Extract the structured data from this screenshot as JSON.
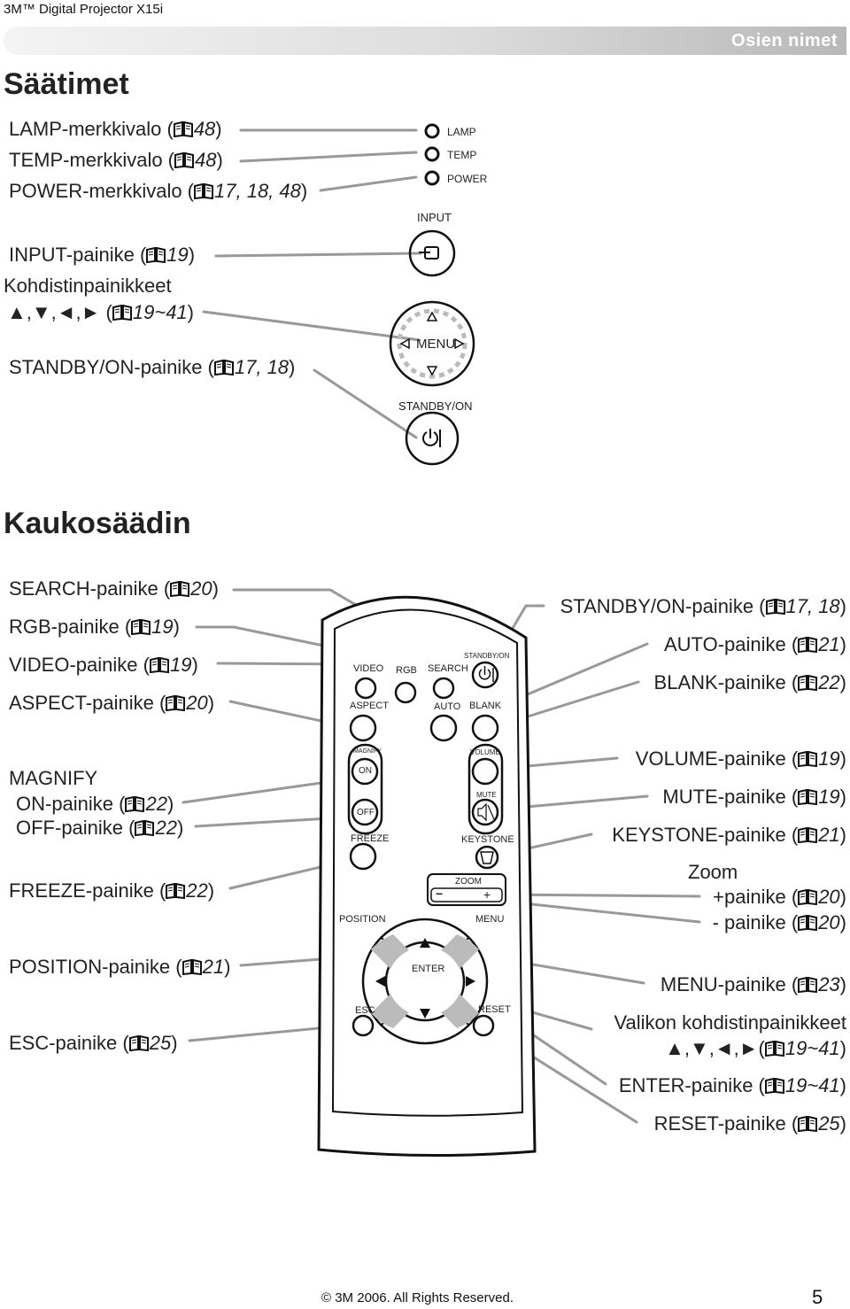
{
  "header": {
    "doc_title": "3M™ Digital Projector X15i",
    "section_label": "Osien nimet"
  },
  "controls": {
    "heading": "Säätimet",
    "callouts": {
      "lamp": {
        "text": "LAMP-merkkivalo (",
        "ref": "48",
        "close": ")"
      },
      "temp": {
        "text": "TEMP-merkkivalo (",
        "ref": "48",
        "close": ")"
      },
      "power": {
        "text": "POWER-merkkivalo (",
        "ref": "17, 18, 48",
        "close": ")"
      },
      "input": {
        "text": "INPUT-painike (",
        "ref": "19",
        "close": ")"
      },
      "cursor_title": "Kohdistinpainikkeet",
      "cursor": {
        "text": "▲,▼,◄,► (",
        "ref": "19~41",
        "close": ")"
      },
      "standby": {
        "text": "STANDBY/ON-painike (",
        "ref": "17, 18",
        "close": ")"
      }
    },
    "panel": {
      "lamp": "LAMP",
      "temp": "TEMP",
      "power": "POWER",
      "input": "INPUT",
      "menu": "MENU",
      "standby_on": "STANDBY/ON"
    }
  },
  "remote": {
    "heading": "Kaukosäädin",
    "left_callouts": {
      "search": {
        "text": "SEARCH-painike (",
        "ref": "20",
        "close": ")"
      },
      "rgb": {
        "text": "RGB-painike (",
        "ref": "19",
        "close": ")"
      },
      "video": {
        "text": "VIDEO-painike (",
        "ref": "19",
        "close": ")"
      },
      "aspect": {
        "text": "ASPECT-painike (",
        "ref": "20",
        "close": ")"
      },
      "magnify_title": "MAGNIFY",
      "magnify_on": {
        "text": "ON-painike (",
        "ref": "22",
        "close": ")"
      },
      "magnify_off": {
        "text": "OFF-painike (",
        "ref": "22",
        "close": ")"
      },
      "freeze": {
        "text": "FREEZE-painike (",
        "ref": "22",
        "close": ")"
      },
      "position": {
        "text": "POSITION-painike (",
        "ref": "21",
        "close": ")"
      },
      "esc": {
        "text": "ESC-painike (",
        "ref": "25",
        "close": ")"
      }
    },
    "right_callouts": {
      "standby": {
        "text": "STANDBY/ON-painike (",
        "ref": "17, 18",
        "close": ")"
      },
      "auto": {
        "text": "AUTO-painike (",
        "ref": "21",
        "close": ")"
      },
      "blank": {
        "text": "BLANK-painike (",
        "ref": "22",
        "close": ")"
      },
      "volume": {
        "text": "VOLUME-painike (",
        "ref": "19",
        "close": ")"
      },
      "mute": {
        "text": "MUTE-painike (",
        "ref": "19",
        "close": ")"
      },
      "keystone": {
        "text": "KEYSTONE-painike (",
        "ref": "21",
        "close": ")"
      },
      "zoom_title": "Zoom",
      "zoom_plus": {
        "text": "+painike (",
        "ref": "20",
        "close": ")"
      },
      "zoom_minus": {
        "text": "- painike (",
        "ref": "20",
        "close": ")"
      },
      "menu": {
        "text": "MENU-painike (",
        "ref": "23",
        "close": ")"
      },
      "menu_cursor_title": "Valikon kohdistinpainikkeet",
      "menu_cursor": {
        "text": "▲,▼,◄,►(",
        "ref": "19~41",
        "close": ")"
      },
      "enter": {
        "text": "ENTER-painike (",
        "ref": "19~41",
        "close": ")"
      },
      "reset": {
        "text": "RESET-painike (",
        "ref": "25",
        "close": ")"
      }
    },
    "buttons": {
      "video": "VIDEO",
      "rgb": "RGB",
      "search": "SEARCH",
      "standby_on": "STANDBY/ON",
      "aspect": "ASPECT",
      "auto": "AUTO",
      "blank": "BLANK",
      "magnify": "MAGNIFY",
      "on": "ON",
      "off": "OFF",
      "volume": "VOLUME",
      "mute": "MUTE",
      "freeze": "FREEZE",
      "keystone": "KEYSTONE",
      "zoom": "ZOOM",
      "zoom_minus": "−",
      "zoom_plus": "+",
      "position": "POSITION",
      "menu": "MENU",
      "enter": "ENTER",
      "esc": "ESC",
      "reset": "RESET"
    }
  },
  "footer": {
    "copyright": "© 3M 2006.  All Rights Reserved.",
    "page_number": "5"
  }
}
